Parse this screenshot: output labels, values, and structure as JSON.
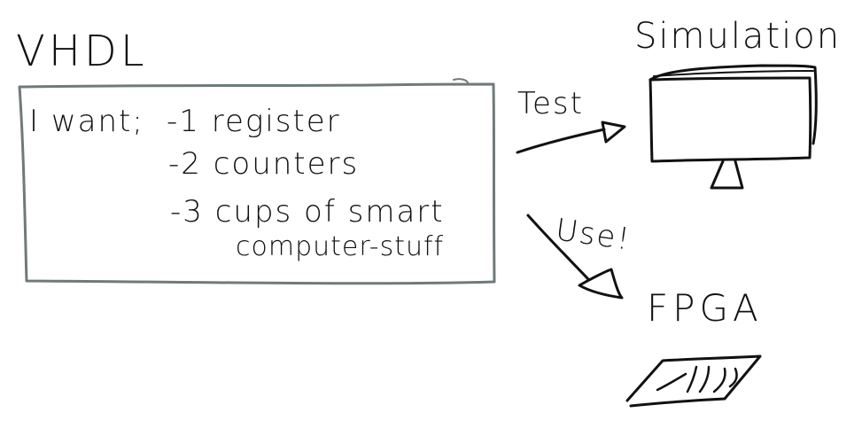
{
  "diagram": {
    "vhdl_title": "VHDL",
    "requirements": {
      "intro": "I want;",
      "items": [
        "-1 register",
        "-2 counters",
        "-3 cups of smart",
        "computer-stuff"
      ]
    },
    "test_label": "Test",
    "use_label": "Use!",
    "simulation_label": "Simulation",
    "fpga_label": "FPGA"
  },
  "colors": {
    "ink": "#111111",
    "box_border": "#6f7a7a",
    "background": "#ffffff"
  },
  "icons": {
    "simulation": "monitor-icon",
    "fpga": "circuit-board-icon"
  }
}
